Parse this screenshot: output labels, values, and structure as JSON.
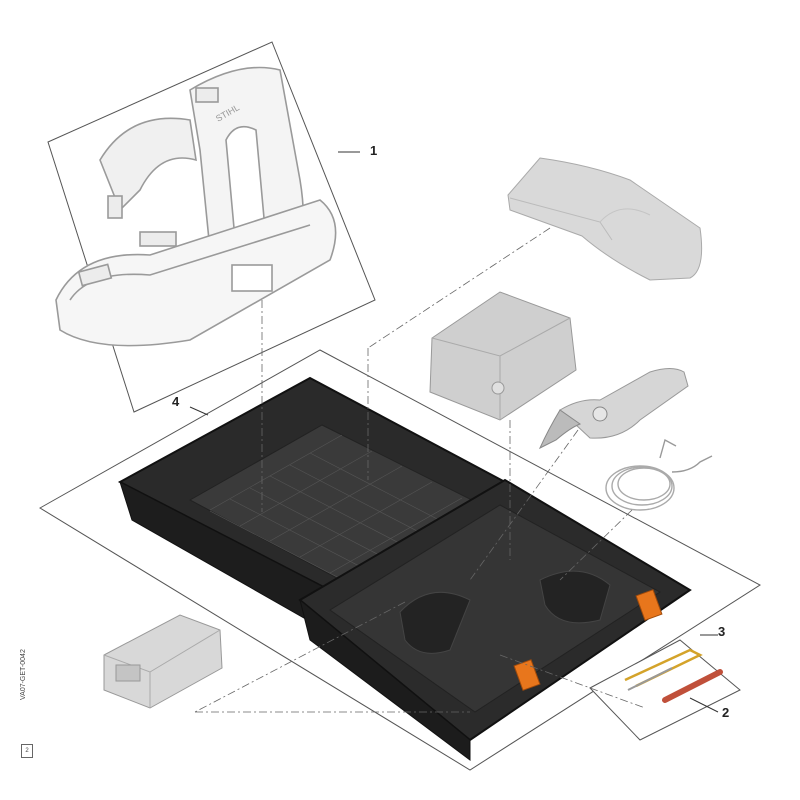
{
  "callouts": {
    "harness": "1",
    "tool_kit": "2",
    "hex_keys": "3",
    "case": "4"
  },
  "drawing_code": "VA07-GET-0042",
  "drawing_box": "2",
  "brand_mark": "STIHL",
  "colors": {
    "case_body": "#2a2a2a",
    "case_edge": "#111111",
    "latch": "#e8761c",
    "harness_outline": "#9a9a9a",
    "leader": "#333333"
  }
}
